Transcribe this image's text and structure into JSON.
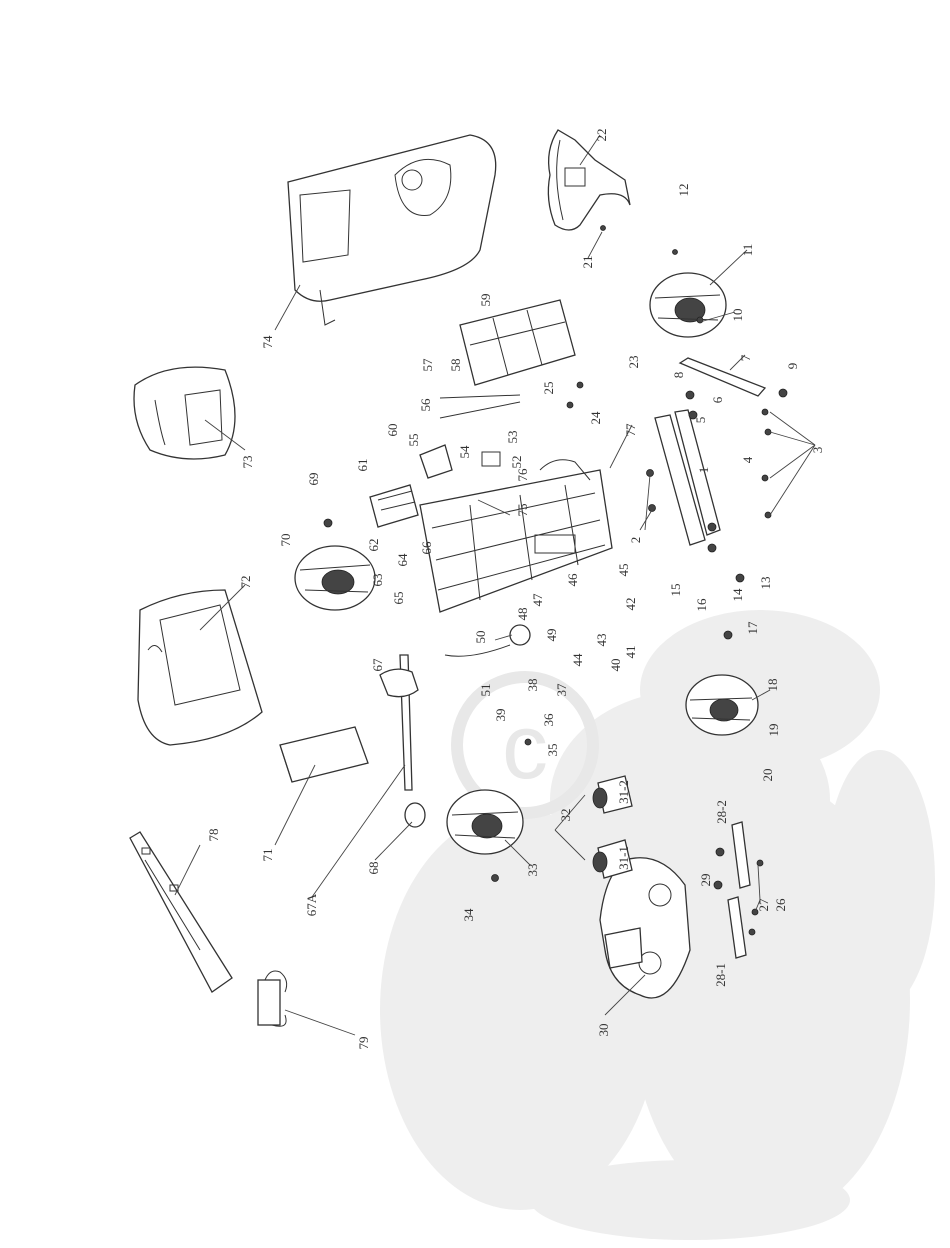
{
  "diagram": {
    "labels": [
      "1",
      "2",
      "3",
      "4",
      "5",
      "6",
      "7",
      "8",
      "9",
      "10",
      "11",
      "12",
      "13",
      "14",
      "15",
      "16",
      "17",
      "18",
      "19",
      "20",
      "21",
      "22",
      "23",
      "24",
      "25",
      "26",
      "27",
      "28-1",
      "28-2",
      "29",
      "30",
      "31-1",
      "31-2",
      "32",
      "33",
      "34",
      "35",
      "36",
      "37",
      "38",
      "39",
      "40",
      "41",
      "42",
      "43",
      "44",
      "45",
      "46",
      "47",
      "48",
      "49",
      "50",
      "51",
      "52",
      "53",
      "54",
      "55",
      "56",
      "57",
      "58",
      "59",
      "60",
      "61",
      "62",
      "63",
      "64",
      "65",
      "66",
      "67",
      "67A",
      "68",
      "69",
      "70",
      "71",
      "72",
      "73",
      "74",
      "75",
      "76",
      "77",
      "78",
      "79"
    ],
    "colors": {
      "line": "#333333",
      "watermark": "#eeeeee",
      "background": "#ffffff"
    }
  }
}
